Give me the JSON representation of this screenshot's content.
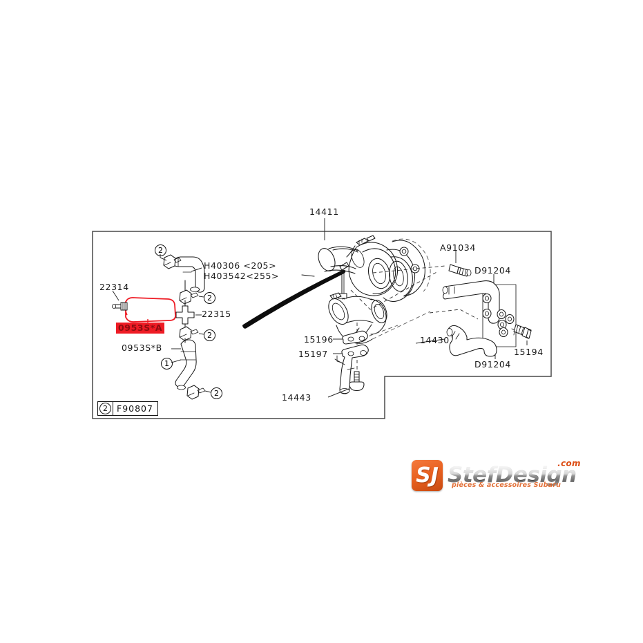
{
  "document": {
    "kind": "subaru-parts-diagram",
    "section_label": "14411",
    "highlight_color": "#ee1b24"
  },
  "labels": {
    "top_assembly": "14411",
    "hose_upper_a": "H40306 <205>",
    "hose_upper_b": "H403542<255>",
    "clamp_22314": "22314",
    "connector_22315": "22315",
    "highlighted_hose": "0953S*A",
    "hose_b": "0953S*B",
    "gasket_15196": "15196",
    "pipe_15197": "15197",
    "bolt_14443": "14443",
    "bolt_a91034": "A91034",
    "clamp_d91204_top": "D91204",
    "clamp_d91204_bottom": "D91204",
    "pipe_14430": "14430",
    "bolt_15194": "15194"
  },
  "callout_markers": {
    "two": "2",
    "one": "1"
  },
  "legend": {
    "marker": "2",
    "code": "F90807"
  },
  "watermark": {
    "badge_glyph": "SJ",
    "name": "StefDesign",
    "domain": ".com",
    "tagline": "pièces & accessoires Subaru"
  }
}
